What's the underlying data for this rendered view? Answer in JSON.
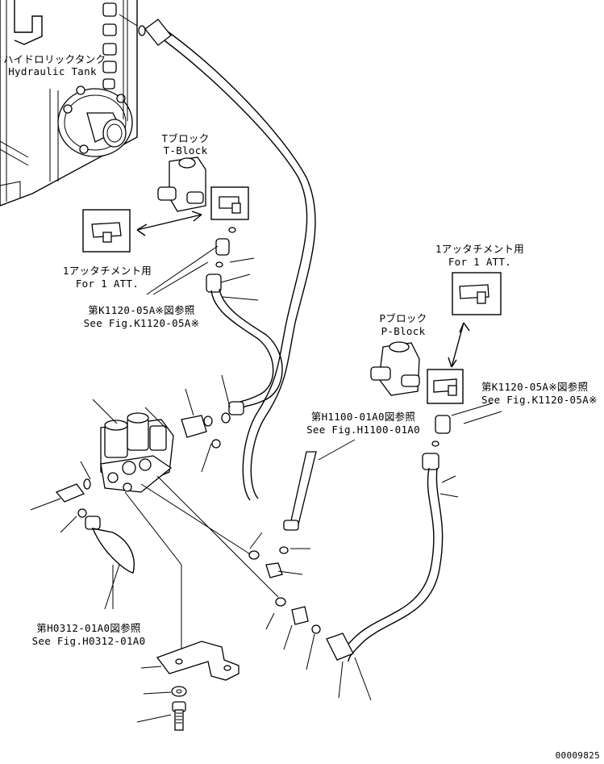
{
  "labels": {
    "hydraulic_tank_jp": "ハイドロリックタンク",
    "hydraulic_tank_en": "Hydraulic Tank",
    "t_block_jp": "Tブロック",
    "t_block_en": "T-Block",
    "for_1_att_jp_left": "1アッタチメント用",
    "for_1_att_en_left": "For 1 ATT.",
    "ref_k1120_jp_left": "第K1120-05A※図参照",
    "ref_k1120_en_left": "See Fig.K1120-05A※",
    "for_1_att_jp_right": "1アッタチメント用",
    "for_1_att_en_right": "For 1 ATT.",
    "p_block_jp": "Pブロック",
    "p_block_en": "P-Block",
    "ref_k1120_jp_right": "第K1120-05A※図参照",
    "ref_k1120_en_right": "See Fig.K1120-05A※",
    "ref_h1100_jp": "第H1100-01A0図参照",
    "ref_h1100_en": "See Fig.H1100-01A0",
    "ref_h0312_jp": "第H0312-01A0図参照",
    "ref_h0312_en": "See Fig.H0312-01A0",
    "drawing_number": "00009825"
  }
}
